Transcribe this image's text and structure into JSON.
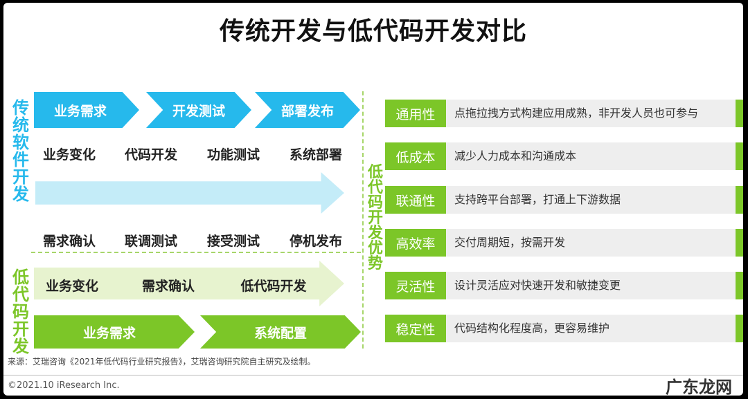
{
  "title": "传统开发与低代码开发对比",
  "traditional": {
    "label": "传统软件开发",
    "top_arrows": [
      "业务需求",
      "开发测试",
      "部署发布"
    ],
    "row1": [
      "业务变化",
      "代码开发",
      "功能测试",
      "系统部署"
    ],
    "row2": [
      "需求确认",
      "联调测试",
      "接受测试",
      "停机发布"
    ]
  },
  "lowcode": {
    "label": "低代码开发",
    "light_arrow": [
      "业务变化",
      "需求确认",
      "低代码开发"
    ],
    "bottom_arrows": [
      "业务需求",
      "系统配置"
    ]
  },
  "advantages": {
    "label": "低代码开发优势",
    "items": [
      {
        "tag": "通用性",
        "desc": "点拖拉拽方式构建应用成熟，非开发人员也可参与"
      },
      {
        "tag": "低成本",
        "desc": "减少人力成本和沟通成本"
      },
      {
        "tag": "联通性",
        "desc": "支持跨平台部署，打通上下游数据"
      },
      {
        "tag": "高效率",
        "desc": "交付周期短，按需开发"
      },
      {
        "tag": "灵活性",
        "desc": "设计灵活应对快速开发和敏捷变更"
      },
      {
        "tag": "稳定性",
        "desc": "代码结构化程度高，更容易维护"
      }
    ]
  },
  "source": "来源：艾瑞咨询《2021年低代码行业研究报告》，艾瑞咨询研究院自主研究及绘制。",
  "copyright": "©2021.10 iResearch Inc.",
  "watermark": "广东龙网",
  "colors": {
    "cyan": "#26b9ec",
    "green": "#7cc628",
    "light_cyan": "#c4ecf8",
    "light_green": "#e7f3cf"
  }
}
